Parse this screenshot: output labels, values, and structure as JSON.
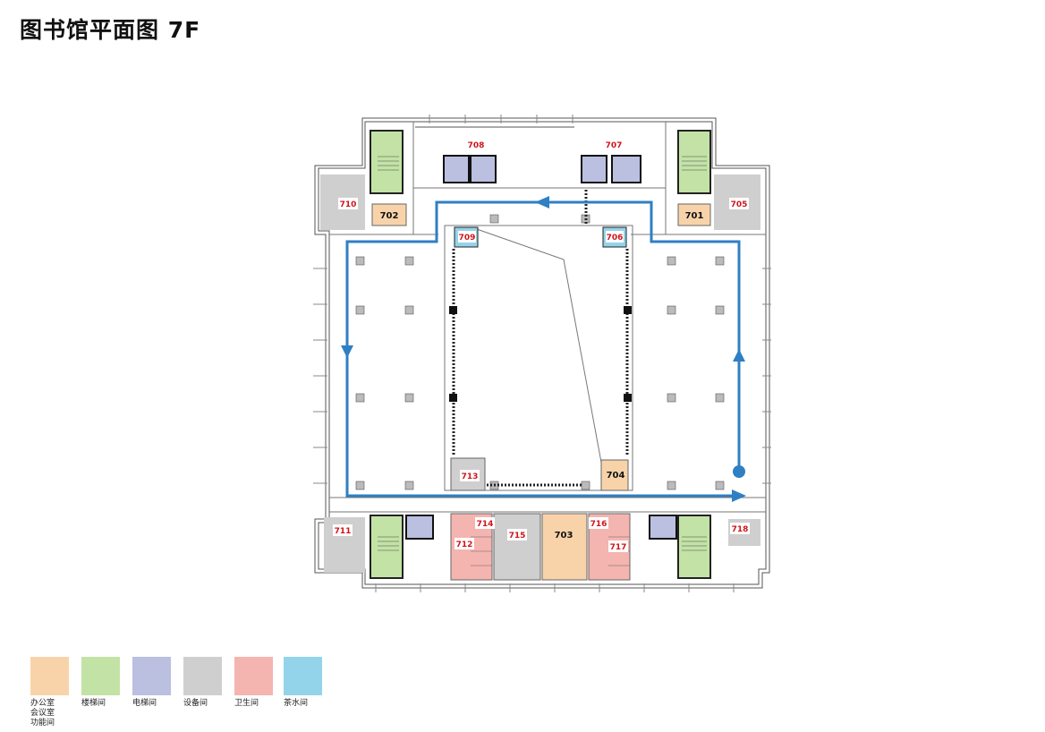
{
  "title": "图书馆平面图 7F",
  "colors": {
    "office": "#f8d3a9",
    "stair": "#c3e3a6",
    "elevator": "#bbbfe0",
    "equipment": "#cfcfcf",
    "toilet": "#f4b4b0",
    "tea": "#94d4ea",
    "route": "#2f7fc3",
    "room_number": "#d0141b"
  },
  "rooms": {
    "r701": "701",
    "r702": "702",
    "r703": "703",
    "r704": "704",
    "r705": "705",
    "r706": "706",
    "r707": "707",
    "r708": "708",
    "r709": "709",
    "r710": "710",
    "r711": "711",
    "r712": "712",
    "r713": "713",
    "r714": "714",
    "r715": "715",
    "r716": "716",
    "r717": "717",
    "r718": "718"
  },
  "legend": [
    {
      "label": "办公室\n会议室\n功能间",
      "color_key": "office"
    },
    {
      "label": "楼梯间",
      "color_key": "stair"
    },
    {
      "label": "电梯间",
      "color_key": "elevator"
    },
    {
      "label": "设备间",
      "color_key": "equipment"
    },
    {
      "label": "卫生间",
      "color_key": "toilet"
    },
    {
      "label": "茶水间",
      "color_key": "tea"
    }
  ]
}
